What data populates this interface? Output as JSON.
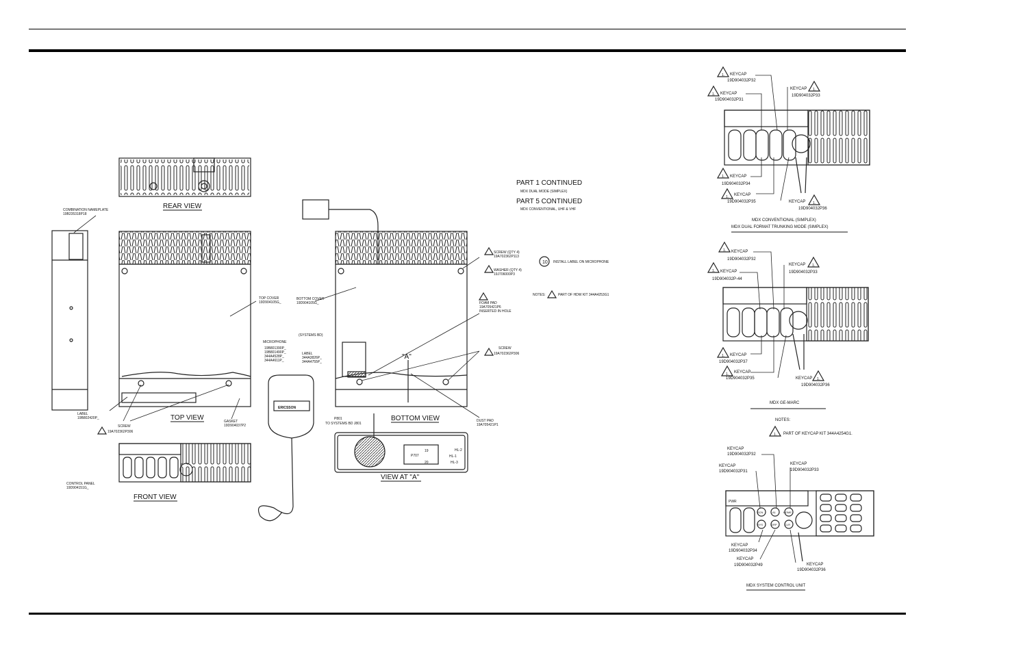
{
  "views": {
    "rear": "REAR VIEW",
    "top": "TOP VIEW",
    "front": "FRONT VIEW",
    "bottom": "BOTTOM VIEW",
    "view_a": "VIEW AT \"A\"",
    "a_marker": "\"A\""
  },
  "part_notes": {
    "part1": "PART 1 CONTINUED",
    "part1_sub": "MDX DUAL MODE (SIMPLEX)",
    "part5": "PART 5 CONTINUED",
    "part5_sub": "MDX CONVENTIONAL, UHF & VHF"
  },
  "callouts": {
    "combo_nameplate": "COMBINATION NAMEPLATE",
    "combo_nameplate_pn": "19B235318P18",
    "label": "LABEL",
    "label_pn": "19B802420P_",
    "screw_left": "SCREW",
    "screw_left_pn": "19A702362P306",
    "top_cover": "TOP COVER",
    "top_cover_pn": "19D904105G_",
    "bottom_cover": "BOTTOM COVER",
    "bottom_cover_pn": "19D904105G_",
    "gasket": "GASKET",
    "gasket_pn": "19D904037P2",
    "microphone": "MICROPHONE",
    "microphone_pn": [
      "19B801390P_",
      "19B801490P_",
      "344A4528P_",
      "344A4611P_"
    ],
    "label_mic": "LABEL",
    "label_mic_pn": [
      "344A3826P_",
      "344A4755P_"
    ],
    "systems_bd": "(SYSTEMS BD)",
    "screw_qty": "SCREW (QTY 4)",
    "screw_qty_pn": "19A702362P113",
    "washer_qty": "WASHER (QTY 4)",
    "washer_qty_pn": "19J706000P3",
    "foam_pad": "FOAM PAD",
    "foam_pad_pn": "19A705421P6",
    "foam_pad_note": "INSERTED IN HOLE",
    "screw_right": "SCREW",
    "screw_right_pn": "19A702362P306",
    "dust_pad": "DUST PAD",
    "dust_pad_pn": "19A705421P1",
    "control_panel": "CONTROL PANEL",
    "control_panel_pn": "19D904151G_",
    "p801": "P801",
    "to_systems": "TO SYSTEMS BD J801",
    "p707": "P707",
    "hl2": "HL-2",
    "hl1": "HL-1",
    "hl3": "HL-3",
    "pin19": "19",
    "pin20": "20",
    "install_num": "10",
    "install_label": "INSTALL LABEL ON MICROPHONE",
    "notes_hdw": "NOTES:",
    "notes_hdw_text": "PART OF HDW KIT 344A4253G1",
    "ericsson": "ERICSSON"
  },
  "panel1": {
    "kc_p32": "KEYCAP",
    "pn_p32": "19D904032P32",
    "kc_p31": "KEYCAP",
    "pn_p31": "19D904032P31",
    "kc_p33": "KEYCAP",
    "pn_p33": "19D904032P33",
    "kc_p34": "KEYCAP",
    "pn_p34": "19D904032P34",
    "kc_p35": "KEYCAP",
    "pn_p35": "19D904032P35",
    "kc_p36": "KEYCAP",
    "pn_p36": "19D904032P36",
    "title1": "MDX CONVENTIONAL (SIMPLEX)",
    "title2": "MDX DUAL FORMAT TRUNKING MODE (SIMPLEX)"
  },
  "panel2": {
    "kc_p32": "KEYCAP",
    "pn_p32": "19D904032P32",
    "kc_p44": "KEYCAP",
    "pn_p44": "19D904032P-44",
    "kc_p33": "KEYCAP",
    "pn_p33": "19D904032P33",
    "kc_p37": "KEYCAP",
    "pn_p37": "19D904032P37",
    "kc_p35": "KEYCAP",
    "pn_p35": "19D904032P35",
    "kc_p36": "KEYCAP",
    "pn_p36": "19D904032P36",
    "title": "MDX GE-MARC",
    "notes": "NOTES:",
    "note1": "PART OF KEYCAP KIT 344A4254G1."
  },
  "panel3": {
    "kc_p32": "KEYCAP",
    "pn_p32": "19D904032P32",
    "kc_p31": "KEYCAP",
    "pn_p31": "19D904032P31",
    "kc_p33": "KEYCAP",
    "pn_p33": "19D904032P33",
    "kc_p34": "KEYCAP",
    "pn_p34": "19D904032P34",
    "kc_p49": "KEYCAP",
    "pn_p49": "19D904032P49",
    "kc_p36": "KEYCAP",
    "pn_p36": "19D904032P36",
    "title": "MDX SYSTEM CONTROL UNIT",
    "btn_pwr": "PWR",
    "btn_scn": "SCN",
    "btn_sys": "SYS",
    "btn_a1": "A1",
    "btn_grp": "GRP",
    "btn_clr": "CLR",
    "btn_home": "HOME"
  },
  "warn_mark": "1."
}
